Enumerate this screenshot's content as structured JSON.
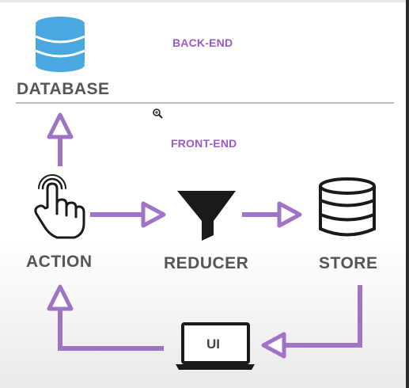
{
  "layers": {
    "backend": "BACK-END",
    "frontend": "FRONT-END"
  },
  "nodes": {
    "database": "DATABASE",
    "action": "ACTION",
    "reducer": "REDUCER",
    "store": "STORE",
    "ui": "UI"
  },
  "colors": {
    "accent": "#a074c4",
    "label_purple": "#9b59c9",
    "database_blue": "#4aa8e0",
    "icon_dark": "#1a1a1a",
    "text_gray": "#555555"
  },
  "icons": {
    "database": "database-icon",
    "action": "hand-pointer-icon",
    "reducer": "funnel-icon",
    "store": "storage-icon",
    "ui": "laptop-icon",
    "cursor": "zoom-cursor-icon"
  }
}
